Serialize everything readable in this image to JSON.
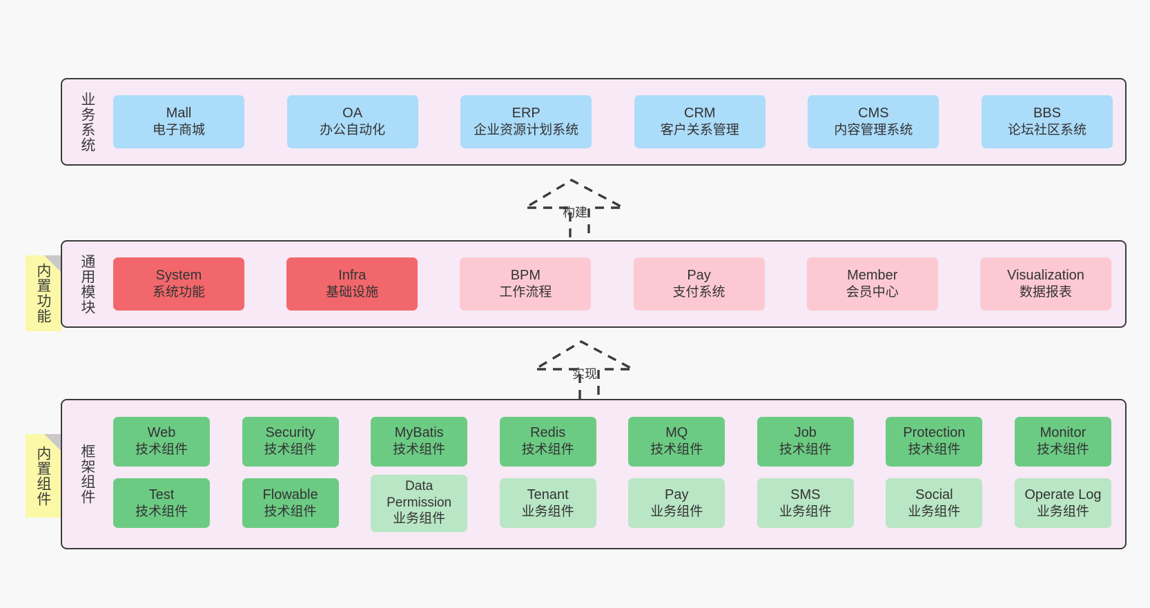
{
  "diagram": {
    "title_layers": [
      "业务系统",
      "通用模块",
      "框架组件"
    ],
    "background": "#f8f8f8",
    "panel_bg": "#f7e9f5",
    "panel_border": "#3b3b3b"
  },
  "business": {
    "label": "业务系统",
    "card_color": "#abdcfa",
    "cards": [
      {
        "name": "Mall",
        "desc": "电子商城"
      },
      {
        "name": "OA",
        "desc": "办公自动化"
      },
      {
        "name": "ERP",
        "desc": "企业资源计划系统"
      },
      {
        "name": "CRM",
        "desc": "客户关系管理"
      },
      {
        "name": "CMS",
        "desc": "内容管理系统"
      },
      {
        "name": "BBS",
        "desc": "论坛社区系统"
      }
    ]
  },
  "arrow_build": {
    "label": "构建",
    "style": "dashed-up-arrow",
    "color": "#3b3b3b"
  },
  "arrow_implement": {
    "label": "实现",
    "style": "dashed-up-arrow",
    "color": "#3b3b3b"
  },
  "common": {
    "label": "通用模块",
    "sticky_note": "内置功能",
    "sticky_color": "#fbf8a8",
    "strong_color": "#f2676b",
    "light_color": "#fcc9d3",
    "cards": [
      {
        "name": "System",
        "desc": "系统功能",
        "variant": "strong"
      },
      {
        "name": "Infra",
        "desc": "基础设施",
        "variant": "strong"
      },
      {
        "name": "BPM",
        "desc": "工作流程",
        "variant": "light"
      },
      {
        "name": "Pay",
        "desc": "支付系统",
        "variant": "light"
      },
      {
        "name": "Member",
        "desc": "会员中心",
        "variant": "light"
      },
      {
        "name": "Visualization",
        "desc": "数据报表",
        "variant": "light"
      }
    ]
  },
  "framework": {
    "label": "框架组件",
    "sticky_note": "内置组件",
    "sticky_color": "#fbf8a8",
    "tech_color": "#6ccb83",
    "biz_color": "#b9e6c4",
    "row1": [
      {
        "name": "Web",
        "desc": "技术组件",
        "variant": "tech"
      },
      {
        "name": "Security",
        "desc": "技术组件",
        "variant": "tech"
      },
      {
        "name": "MyBatis",
        "desc": "技术组件",
        "variant": "tech"
      },
      {
        "name": "Redis",
        "desc": "技术组件",
        "variant": "tech"
      },
      {
        "name": "MQ",
        "desc": "技术组件",
        "variant": "tech"
      },
      {
        "name": "Job",
        "desc": "技术组件",
        "variant": "tech"
      },
      {
        "name": "Protection",
        "desc": "技术组件",
        "variant": "tech"
      },
      {
        "name": "Monitor",
        "desc": "技术组件",
        "variant": "tech"
      }
    ],
    "row2": [
      {
        "name": "Test",
        "desc": "技术组件",
        "variant": "tech"
      },
      {
        "name": "Flowable",
        "desc": "技术组件",
        "variant": "tech"
      },
      {
        "name": "Data",
        "name2": "Permission",
        "desc": "业务组件",
        "variant": "biz"
      },
      {
        "name": "Tenant",
        "desc": "业务组件",
        "variant": "biz"
      },
      {
        "name": "Pay",
        "desc": "业务组件",
        "variant": "biz"
      },
      {
        "name": "SMS",
        "desc": "业务组件",
        "variant": "biz"
      },
      {
        "name": "Social",
        "desc": "业务组件",
        "variant": "biz"
      },
      {
        "name": "Operate Log",
        "desc": "业务组件",
        "variant": "biz"
      }
    ]
  }
}
